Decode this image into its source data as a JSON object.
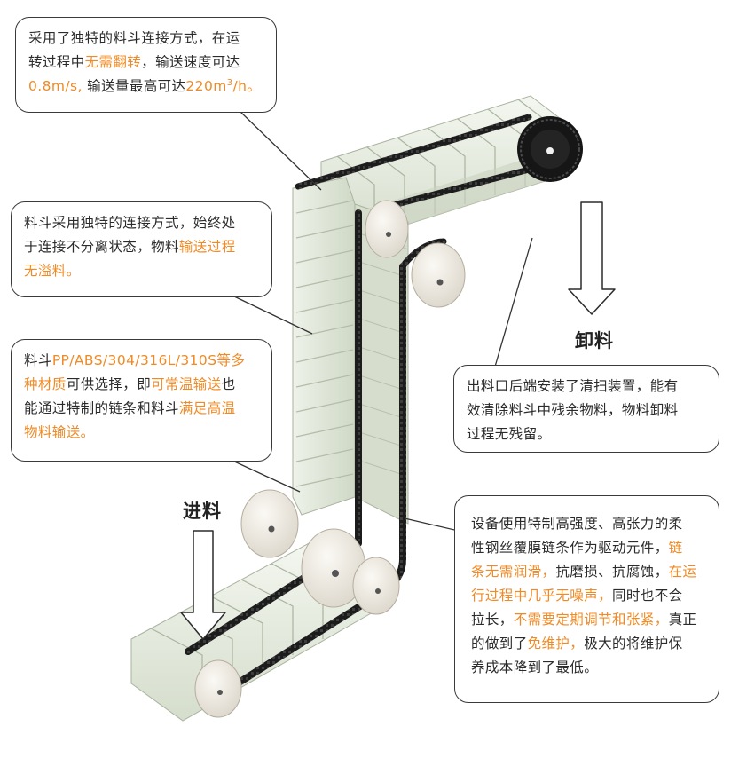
{
  "labels": {
    "feed": "进料",
    "discharge": "卸料"
  },
  "callouts": {
    "c1": {
      "l1": "采用了独特的料斗连接方式，在运",
      "l2a": "转过程中",
      "l2b": "无需翻转",
      "l2c": "，输送速度可达",
      "l3a": "0.8m/s,",
      "l3b": " 输送量最高可达",
      "l3c": "220m",
      "l3sup": "3",
      "l3d": "/h。"
    },
    "c2": {
      "l1": "料斗采用独特的连接方式，始终处",
      "l2a": "于连接不分离状态，物料",
      "l2b": "输送过程",
      "l3": "无溢料。"
    },
    "c3": {
      "l1a": "料斗",
      "l1b": "PP/ABS/304/316L/310S等多",
      "l2a": "种材质",
      "l2b": "可供选择，即",
      "l2c": "可常温输送",
      "l2d": "也",
      "l3a": "能通过特制的链条和料斗",
      "l3b": "满足高温",
      "l4": "物料输送。"
    },
    "c4": {
      "l1": "出料口后端安装了清扫装置，能有",
      "l2": "效清除料斗中残余物料，物料卸料",
      "l3": "过程无残留。"
    },
    "c5": {
      "l1": "设备使用特制高强度、高张力的柔",
      "l2a": "性钢丝覆膜链条作为驱动元件，",
      "l2b": "链",
      "l3a": "条无需润滑，",
      "l3b": "抗磨损、抗腐蚀，",
      "l3c": "在运",
      "l4a": "行过程中几乎无噪声，",
      "l4b": "同时也不会",
      "l5a": "拉长，",
      "l5b": "不需要定期调节和张紧，",
      "l5c": "真正",
      "l6a": "的做到了",
      "l6b": "免维护，",
      "l6c": "极大的将维护保",
      "l7": "养成本降到了最低。"
    }
  },
  "colors": {
    "highlight": "#f08a24",
    "bucket": "#dfe6d7",
    "chain": "#1c1c1c",
    "wheel": "#efebe3"
  },
  "icons": {
    "feed_arrow": "arrow-down-outline",
    "discharge_arrow": "arrow-down-outline"
  }
}
